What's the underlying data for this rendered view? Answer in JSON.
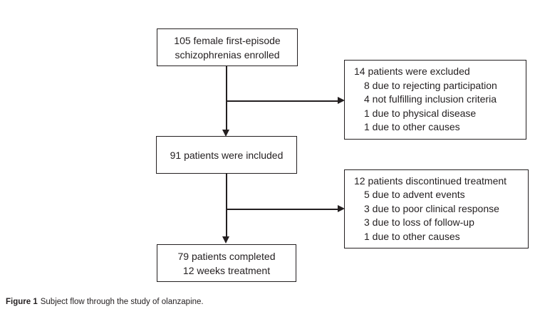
{
  "figure": {
    "caption_label": "Figure 1",
    "caption_text": "Subject flow through the study of olanzapine."
  },
  "flowchart": {
    "main_boxes": [
      {
        "id": "enrolled",
        "lines": [
          "105 female first-episode",
          "schizophrenias enrolled"
        ]
      },
      {
        "id": "included",
        "lines": [
          "91 patients were included"
        ]
      },
      {
        "id": "completed",
        "lines": [
          "79 patients completed",
          "12 weeks treatment"
        ]
      }
    ],
    "side_boxes": [
      {
        "id": "excluded",
        "title": "14 patients were excluded",
        "items": [
          "8 due to rejecting participation",
          "4 not fulfilling inclusion criteria",
          "1 due to physical disease",
          "1 due to other causes"
        ]
      },
      {
        "id": "discontinued",
        "title": "12 patients discontinued treatment",
        "items": [
          "5 due to advent events",
          "3 due to poor clinical response",
          "3 due to loss of follow-up",
          "1 due to other causes"
        ]
      }
    ],
    "colors": {
      "border": "#231f20",
      "text": "#231f20",
      "background": "#ffffff"
    }
  }
}
